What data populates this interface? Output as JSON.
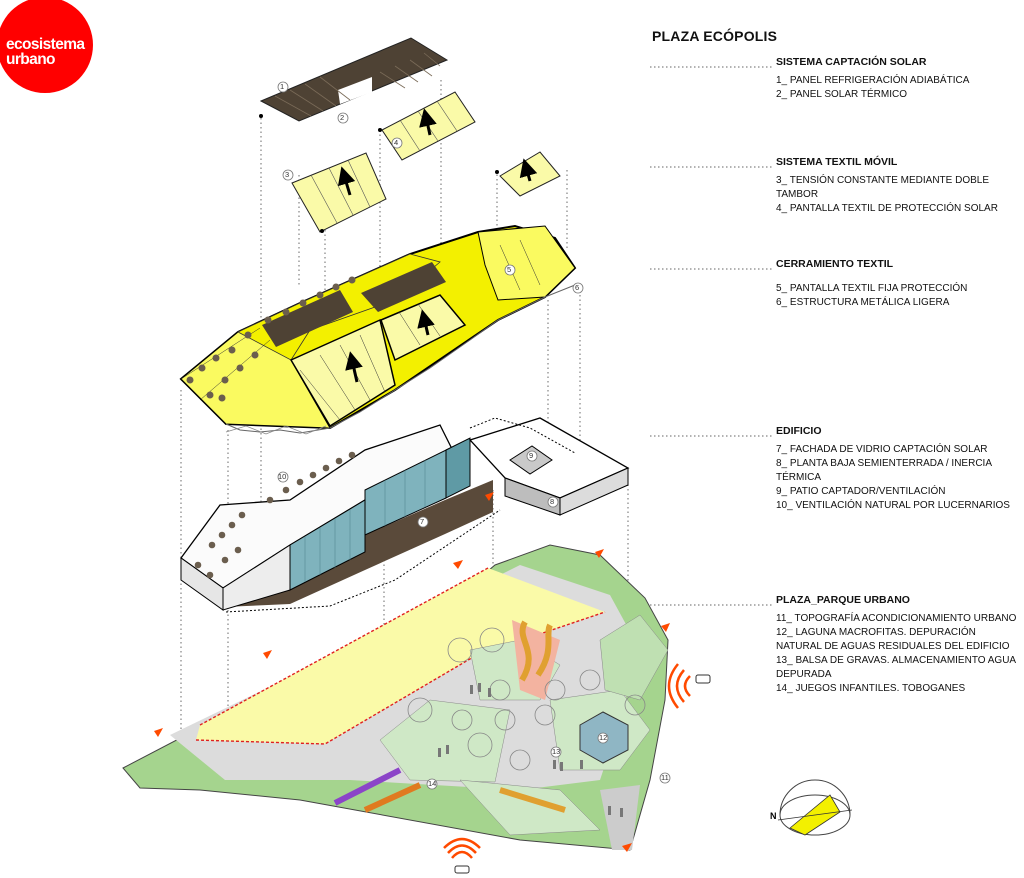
{
  "logo": {
    "line1": "ecosistema",
    "line2": "urbano",
    "color": "#ff0000"
  },
  "title": "PLAZA ECÓPOLIS",
  "sections": [
    {
      "heading": "SISTEMA CAPTACIÓN SOLAR",
      "items": [
        "1_ PANEL REFRIGERACIÓN ADIABÁTICA",
        "2_ PANEL SOLAR TÉRMICO"
      ]
    },
    {
      "heading": "SISTEMA TEXTIL MÓVIL",
      "items": [
        "3_ TENSIÓN CONSTANTE MEDIANTE DOBLE TAMBOR",
        "4_ PANTALLA TEXTIL DE PROTECCIÓN SOLAR"
      ]
    },
    {
      "heading": "CERRAMIENTO TEXTIL",
      "items": [
        "5_ PANTALLA TEXTIL FIJA PROTECCIÓN",
        "6_ ESTRUCTURA METÁLICA LIGERA"
      ]
    },
    {
      "heading": "EDIFICIO",
      "items": [
        "7_ FACHADA DE VIDRIO CAPTACIÓN SOLAR",
        "8_ PLANTA BAJA SEMIENTERRADA / INERCIA TÉRMICA",
        "9_ PATIO CAPTADOR/VENTILACIÓN",
        "10_ VENTILACIÓN NATURAL POR LUCERNARIOS"
      ]
    },
    {
      "heading": "PLAZA_PARQUE URBANO",
      "items": [
        "11_ TOPOGRAFÍA ACONDICIONAMIENTO URBANO",
        "12_ LAGUNA MACROFITAS. DEPURACIÓN NATURAL DE AGUAS RESIDUALES DEL EDIFICIO",
        "13_ BALSA DE GRAVAS. ALMACENAMIENTO AGUA DEPURADA",
        "14_ JUEGOS INFANTILES. TOBOGANES"
      ]
    }
  ],
  "markers": [
    "1",
    "2",
    "3",
    "4",
    "5",
    "6",
    "7",
    "8",
    "9",
    "10",
    "11",
    "12",
    "13",
    "14"
  ],
  "compass": "N",
  "colors": {
    "yellow": "#f3f000",
    "paleYellow": "#fafaa8",
    "green": "#a5d48e",
    "paleGreen": "#cfe8c6",
    "dark": "#4e4234",
    "glass": "#7fb3bd",
    "water": "#8fb6c4",
    "accent": "#ff4a00"
  }
}
